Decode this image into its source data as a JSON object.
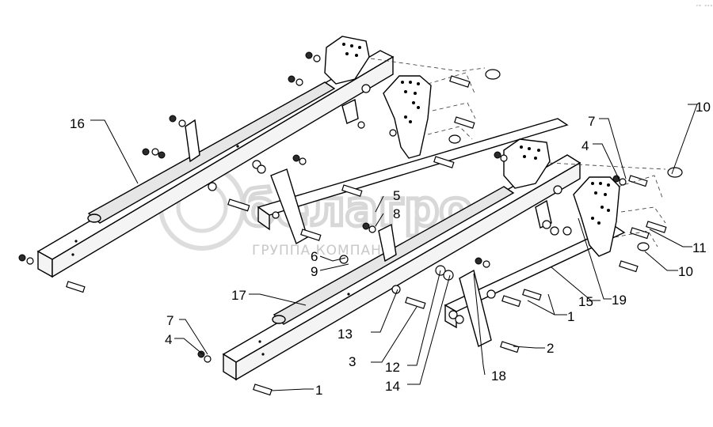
{
  "watermark": {
    "brand": "белагро",
    "subtitle": "ГРУППА КОМПАНИИ"
  },
  "corner_mark": "ᵛᵐ ᵒᵒᵒ",
  "callouts": [
    {
      "id": "c16",
      "text": "16"
    },
    {
      "id": "c7a",
      "text": "7"
    },
    {
      "id": "c4a",
      "text": "4"
    },
    {
      "id": "c10a",
      "text": "10"
    },
    {
      "id": "c5",
      "text": "5"
    },
    {
      "id": "c8",
      "text": "8"
    },
    {
      "id": "c6",
      "text": "6"
    },
    {
      "id": "c9",
      "text": "9"
    },
    {
      "id": "c11",
      "text": "11"
    },
    {
      "id": "c10b",
      "text": "10"
    },
    {
      "id": "c17",
      "text": "17"
    },
    {
      "id": "c15",
      "text": "15"
    },
    {
      "id": "c19",
      "text": "19"
    },
    {
      "id": "c1a",
      "text": "1"
    },
    {
      "id": "c7b",
      "text": "7"
    },
    {
      "id": "c4b",
      "text": "4"
    },
    {
      "id": "c13",
      "text": "13"
    },
    {
      "id": "c3",
      "text": "3"
    },
    {
      "id": "c2",
      "text": "2"
    },
    {
      "id": "c12",
      "text": "12"
    },
    {
      "id": "c14",
      "text": "14"
    },
    {
      "id": "c18",
      "text": "18"
    },
    {
      "id": "c1b",
      "text": "1"
    }
  ]
}
